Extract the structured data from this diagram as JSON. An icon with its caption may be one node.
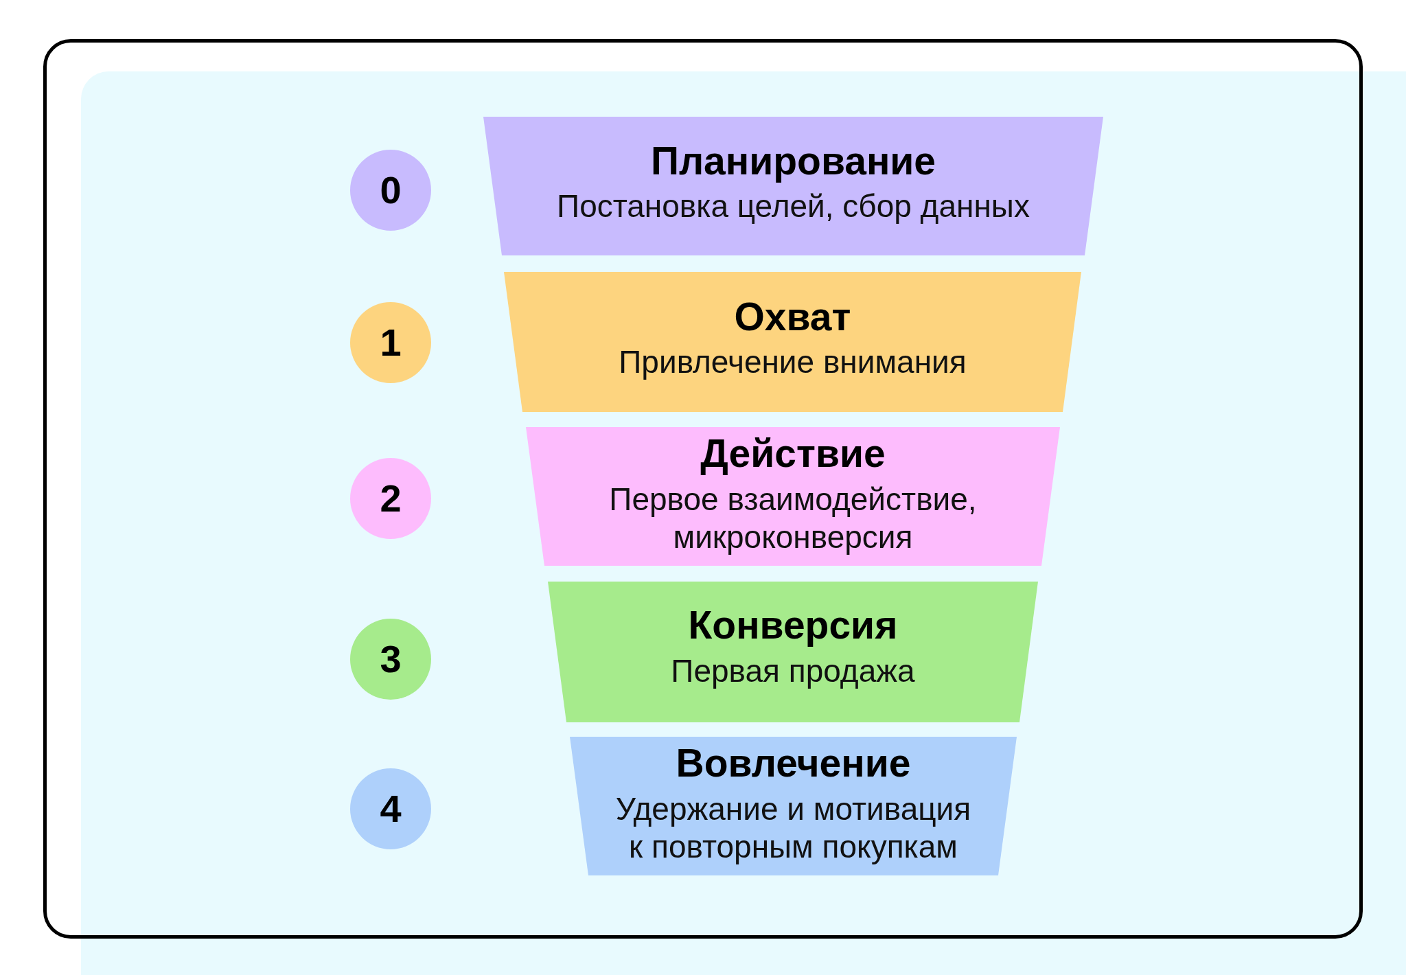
{
  "diagram": {
    "nodes": [
      {
        "text": [
          "0"
        ]
      },
      {
        "text": [
          "Планирование",
          "Постановка целей, сбор данных"
        ]
      },
      {
        "text": [
          "1"
        ]
      },
      {
        "text": [
          "Охват",
          "Привлечение внимания"
        ]
      },
      {
        "text": [
          "2"
        ]
      },
      {
        "text": [
          "Действие",
          "Первое взаимодействие, микроконверсия"
        ]
      },
      {
        "text": [
          "3"
        ]
      },
      {
        "text": [
          "Конверсия",
          "Первая продажа"
        ]
      },
      {
        "text": [
          "4"
        ]
      },
      {
        "text": [
          "Вовлечение",
          "Удержание и мотивация к повторным покупкам"
        ]
      }
    ]
  }
}
